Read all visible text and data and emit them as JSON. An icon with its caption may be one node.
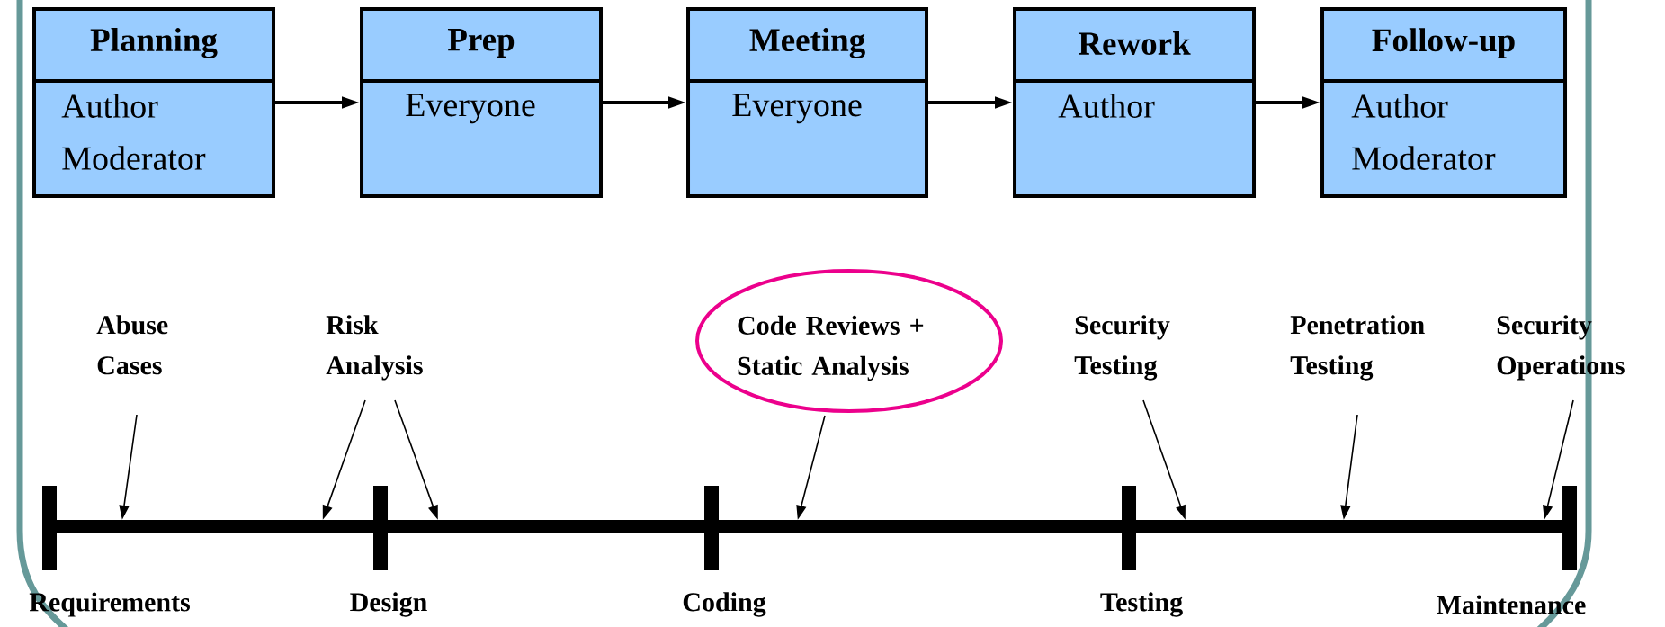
{
  "diagram": {
    "nodes": [
      {
        "text": [
          "Planning",
          "Author Moderator"
        ]
      },
      {
        "text": [
          "Prep",
          "Everyone"
        ]
      },
      {
        "text": [
          "Meeting",
          "Everyone"
        ]
      },
      {
        "text": [
          "Rework",
          "Author"
        ]
      },
      {
        "text": [
          "Follow-up",
          "Author Moderator"
        ]
      },
      {
        "text": [
          "Abuse Cases"
        ]
      },
      {
        "text": [
          "Risk Analysis"
        ]
      },
      {
        "text": [
          "Code Reviews + Static Analysis"
        ]
      },
      {
        "text": [
          "Security Testing"
        ]
      },
      {
        "text": [
          "Penetration Testing"
        ]
      },
      {
        "text": [
          "Security Operations"
        ]
      },
      {
        "text": [],
        "shape": "bar",
        "beside": [
          "Requirements",
          "Design",
          "Coding",
          "Testing",
          "Maintenance"
        ]
      }
    ],
    "edges": [
      {
        "from": 0,
        "to": 1,
        "arrow": "to"
      },
      {
        "from": 1,
        "to": 2,
        "arrow": "to"
      },
      {
        "from": 2,
        "to": 3,
        "arrow": "to"
      },
      {
        "from": 3,
        "to": 4,
        "arrow": "to"
      },
      {
        "from": 5,
        "to": 11,
        "arrow": "to"
      },
      {
        "from": 6,
        "to": 11,
        "arrow": "to"
      },
      {
        "from": 6,
        "to": 11,
        "arrow": "to"
      },
      {
        "from": 7,
        "to": 11,
        "arrow": "to"
      },
      {
        "from": 8,
        "to": 11,
        "arrow": "to"
      },
      {
        "from": 9,
        "to": 11,
        "arrow": "to"
      },
      {
        "from": 10,
        "to": 11,
        "arrow": "to"
      }
    ]
  }
}
